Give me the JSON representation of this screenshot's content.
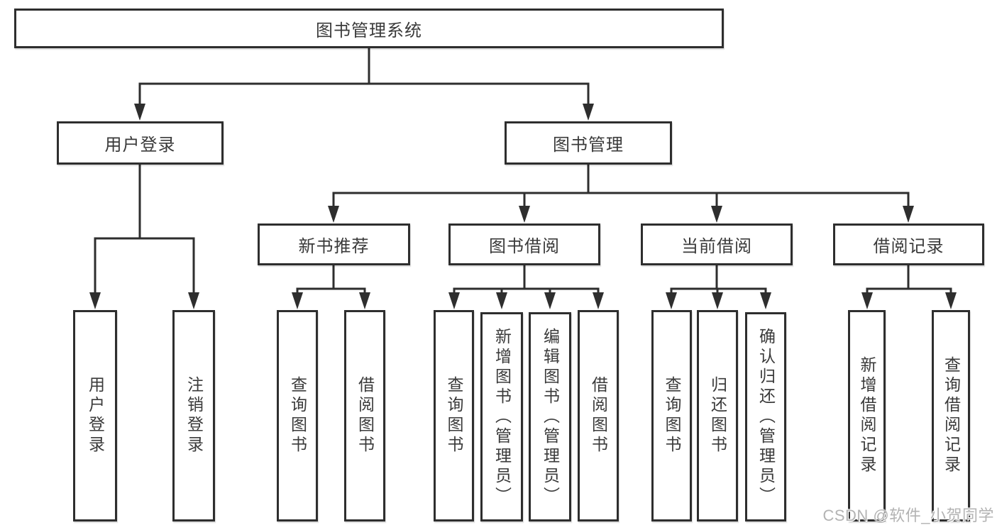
{
  "diagram": {
    "root": {
      "label": "图书管理系统"
    },
    "branches": [
      {
        "label": "用户登录",
        "children": [
          {
            "label": "用户登录"
          },
          {
            "label": "注销登录"
          }
        ]
      },
      {
        "label": "图书管理",
        "children": [
          {
            "label": "新书推荐",
            "children": [
              {
                "label": "查询图书"
              },
              {
                "label": "借阅图书"
              }
            ]
          },
          {
            "label": "图书借阅",
            "children": [
              {
                "label": "查询图书"
              },
              {
                "label": "新增图书（管理员）"
              },
              {
                "label": "编辑图书（管理员）"
              },
              {
                "label": "借阅图书"
              }
            ]
          },
          {
            "label": "当前借阅",
            "children": [
              {
                "label": "查询图书"
              },
              {
                "label": "归还图书"
              },
              {
                "label": "确认归还（管理员）"
              }
            ]
          },
          {
            "label": "借阅记录",
            "children": [
              {
                "label": "新增借阅记录"
              },
              {
                "label": "查询借阅记录"
              }
            ]
          }
        ]
      }
    ]
  },
  "watermark": {
    "text": "CSDN @软件_小贺同学"
  },
  "colors": {
    "line": "#2e2e2e",
    "text": "#3a3a3a",
    "background": "#ffffff",
    "watermark": "#b3b3b3"
  }
}
